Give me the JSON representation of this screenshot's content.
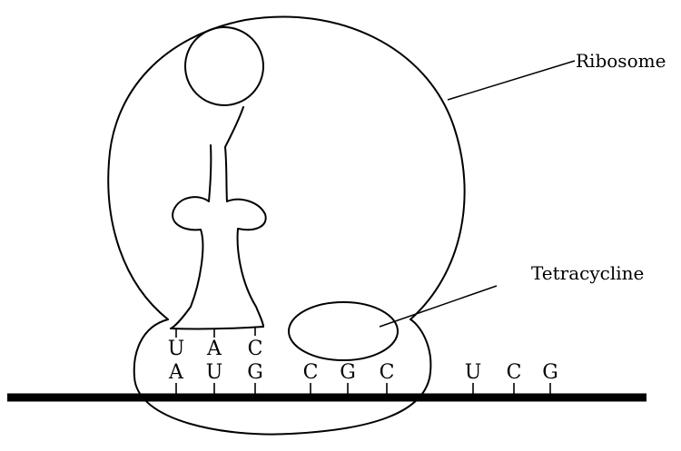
{
  "labels": {
    "ribosome": "Ribosome",
    "tetracycline": "Tetracycline"
  },
  "trna_anticodon": [
    "U",
    "A",
    "C"
  ],
  "mrna_bases": [
    "A",
    "U",
    "G",
    "C",
    "G",
    "C",
    "U",
    "C",
    "G"
  ]
}
